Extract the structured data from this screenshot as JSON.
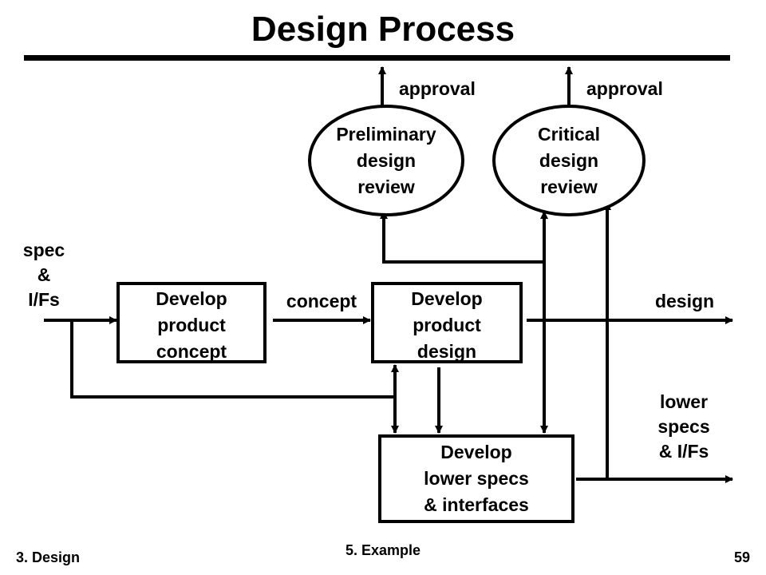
{
  "title": "Design Process",
  "nodes": {
    "preliminary_review": "Preliminary\ndesign\nreview",
    "critical_review": "Critical\ndesign\nreview",
    "develop_concept": "Develop\nproduct\nconcept",
    "develop_design": "Develop\nproduct\ndesign",
    "develop_lower": "Develop\nlower specs\n& interfaces"
  },
  "labels": {
    "approval_1": "approval",
    "approval_2": "approval",
    "spec_input": "spec\n&\nI/Fs",
    "concept": "concept",
    "design": "design",
    "lower_specs": "lower\nspecs\n& I/Fs"
  },
  "footer": {
    "left": "3. Design",
    "center": "5. Example",
    "right": "59"
  }
}
